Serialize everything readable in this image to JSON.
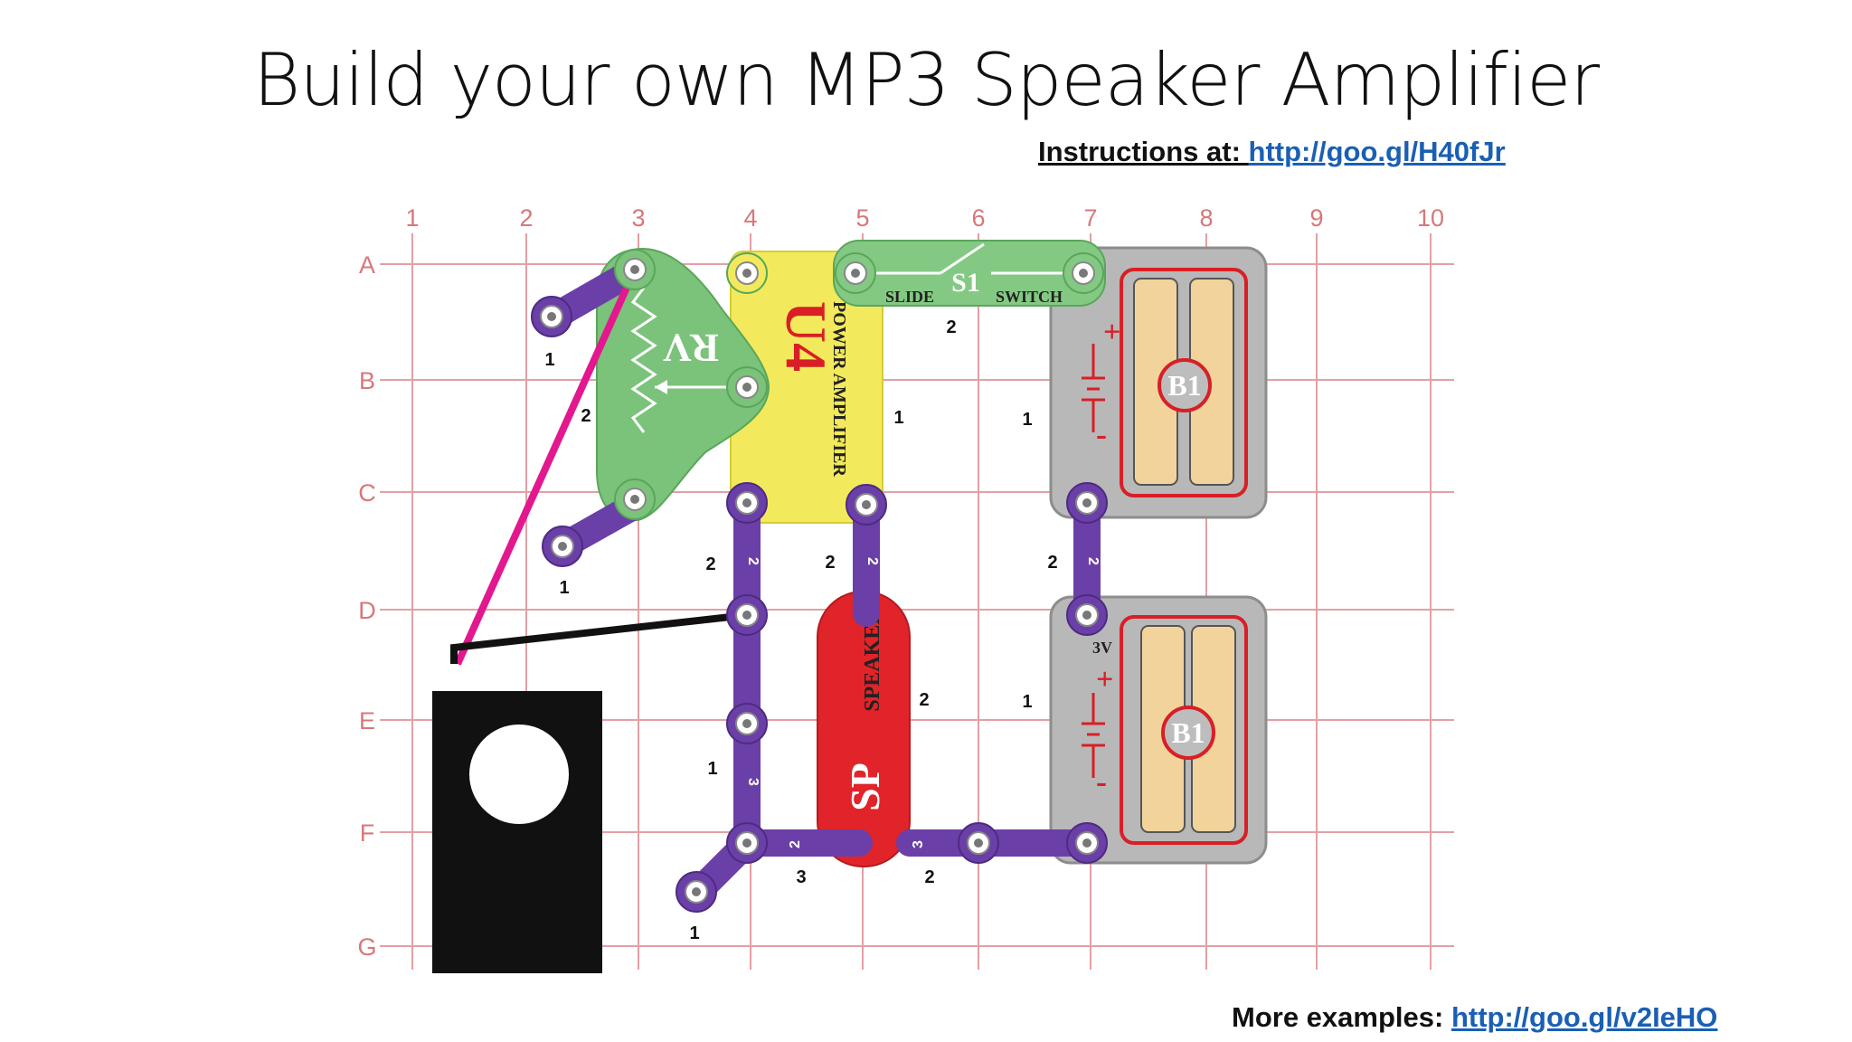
{
  "slide": {
    "title": "Build your own MP3 Speaker Amplifier",
    "instructions_label": "Instructions at: ",
    "instructions_link": "http://goo.gl/H40fJr",
    "more_label": "More examples: ",
    "more_link": "http://goo.gl/v2IeHO"
  },
  "grid": {
    "columns": [
      "1",
      "2",
      "3",
      "4",
      "5",
      "6",
      "7",
      "8",
      "9",
      "10"
    ],
    "rows": [
      "A",
      "B",
      "C",
      "D",
      "E",
      "F",
      "G"
    ]
  },
  "parts": {
    "rv_label": "RV",
    "u4_label": "U4",
    "u4_sub": "POWER AMPLIFIER",
    "s1_label": "S1",
    "s1_left": "SLIDE",
    "s1_right": "SWITCH",
    "sp_label": "SP",
    "sp_sub": "SPEAKER",
    "b1_label": "B1",
    "battery_voltage": "3V",
    "plus": "+",
    "minus": "-"
  },
  "colors": {
    "grid": "#e3a0a3",
    "wire_purple": "#6b3fa8",
    "rv_green": "#7bc27b",
    "u4_yellow": "#f2ea5c",
    "s1_green": "#83c983",
    "speaker_red": "#e0242a",
    "battery_gray": "#b8b8b8",
    "jumper_pink": "#e3178e",
    "jumper_black": "#111111",
    "link_blue": "#1a5fb4"
  },
  "level_labels": [
    {
      "id": "l1",
      "text": "1"
    },
    {
      "id": "l2",
      "text": "2"
    },
    {
      "id": "l3",
      "text": "2"
    },
    {
      "id": "l4",
      "text": "1"
    },
    {
      "id": "l5",
      "text": "1"
    },
    {
      "id": "l6",
      "text": "1"
    },
    {
      "id": "l7",
      "text": "2"
    },
    {
      "id": "l8",
      "text": "2"
    },
    {
      "id": "l9",
      "text": "2"
    },
    {
      "id": "l10",
      "text": "2"
    },
    {
      "id": "l11",
      "text": "1"
    },
    {
      "id": "l12",
      "text": "1"
    },
    {
      "id": "l13",
      "text": "3"
    },
    {
      "id": "l14",
      "text": "2"
    },
    {
      "id": "l15",
      "text": "1"
    },
    {
      "id": "l16",
      "text": "2"
    },
    {
      "id": "l17",
      "text": "2"
    },
    {
      "id": "l18",
      "text": "2"
    },
    {
      "id": "l19",
      "text": "3"
    }
  ]
}
